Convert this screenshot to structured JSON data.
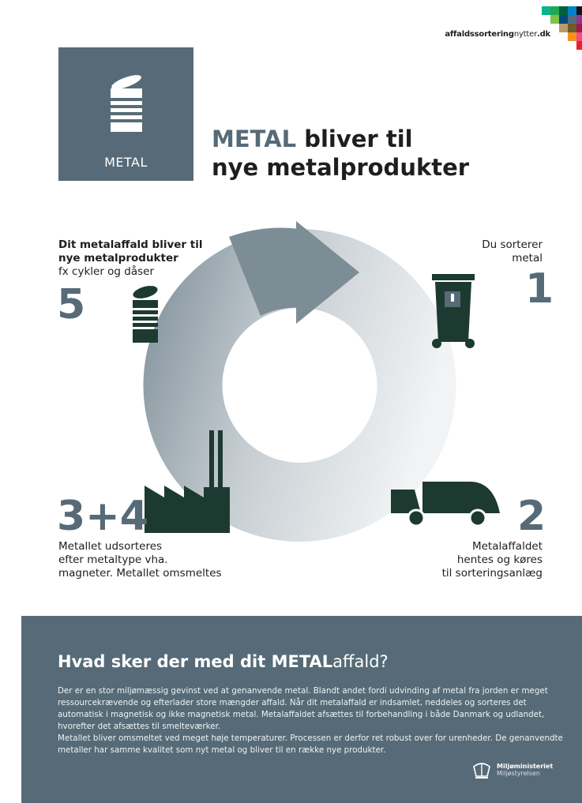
{
  "logo": {
    "bold": "affaldssortering",
    "light": "nytter",
    "suffix": ".dk",
    "squares": [
      "#0bb38f",
      "#21a852",
      "#00613b",
      "#0083c7",
      "#1a1018",
      "#7dc24b",
      "#00497c",
      "#566b77",
      "#8e3794",
      "#b89a6b",
      "#6f5a2a",
      "#a11b44",
      "#f7901e",
      "#f04e86",
      "#ee1c2d"
    ]
  },
  "category": {
    "label": "METAL",
    "icon": "tin-can-icon"
  },
  "title": {
    "accent": "METAL",
    "line1_rest": " bliver til",
    "line2": "nye metalprodukter"
  },
  "steps": {
    "s1": {
      "number": "1",
      "line1": "Du sorterer",
      "line2": "metal",
      "icon": "wheelie-bin-icon"
    },
    "s2": {
      "number": "2",
      "line1": "Metalaffaldet",
      "line2": "hentes og køres",
      "line3": "til sorteringsanlæg",
      "icon": "garbage-truck-icon"
    },
    "s34": {
      "number": "3+4",
      "line1": "Metallet udsorteres",
      "line2": "efter metaltype vha.",
      "line3": "magneter. Metallet omsmeltes",
      "icon": "factory-icon"
    },
    "s5": {
      "number": "5",
      "line1": "Dit metalaffald bliver til",
      "line2": "nye metalprodukter",
      "line3": "fx cykler og dåser",
      "icon": "tin-can-icon"
    }
  },
  "panel": {
    "title_prefix": "Hvad sker der med dit ",
    "title_accent": "METAL",
    "title_suffix": "affald?",
    "body": [
      "Der er en stor miljømæssig gevinst ved at genanvende metal. Blandt andet fordi udvinding af metal fra jorden er meget ressourcekrævende og efterlader store mængder affald. Når dit metalaffald er indsamlet, neddeles og sorteres det automatisk i magnetisk og ikke magnetisk metal. Metalaffaldet afsættes til forbehandling i både Danmark og udlandet, hvorefter det afsættes til smelteværker.",
      "Metallet bliver omsmeltet ved meget høje temperaturer. Processen er derfor ret robust over for urenheder. De genanvendte metaller har samme kvalitet som nyt metal og bliver til en række nye produkter."
    ],
    "ministry": "Miljøministeriet",
    "agency": "Miljøstyrelsen"
  },
  "colors": {
    "slate": "#566b77",
    "dark_green": "#1d3a30"
  }
}
